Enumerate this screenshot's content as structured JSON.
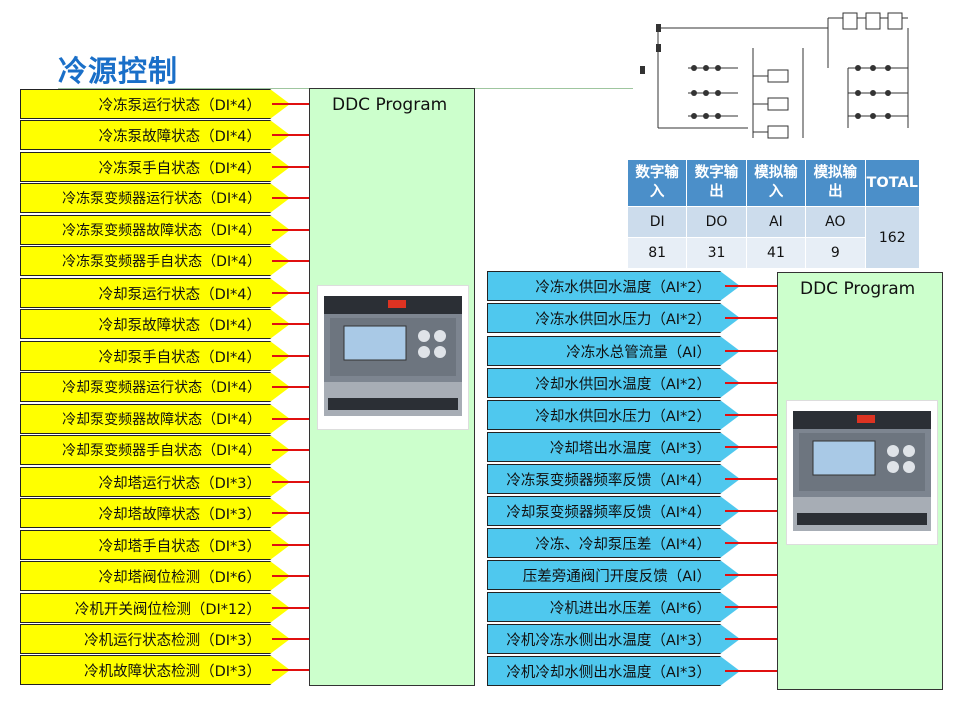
{
  "title": "冷源控制",
  "left_ddc": {
    "title": "DDC Program"
  },
  "right_ddc": {
    "title": "DDC Program"
  },
  "left_points": [
    "冷冻泵运行状态（DI*4）",
    "冷冻泵故障状态（DI*4）",
    "冷冻泵手自状态（DI*4）",
    "冷冻泵变频器运行状态（DI*4）",
    "冷冻泵变频器故障状态（DI*4）",
    "冷冻泵变频器手自状态（DI*4）",
    "冷却泵运行状态（DI*4）",
    "冷却泵故障状态（DI*4）",
    "冷却泵手自状态（DI*4）",
    "冷却泵变频器运行状态（DI*4）",
    "冷却泵变频器故障状态（DI*4）",
    "冷却泵变频器手自状态（DI*4）",
    "冷却塔运行状态（DI*3）",
    "冷却塔故障状态（DI*3）",
    "冷却塔手自状态（DI*3）",
    "冷却塔阀位检测（DI*6）",
    "冷机开关阀位检测（DI*12）",
    "冷机运行状态检测（DI*3）",
    "冷机故障状态检测（DI*3）"
  ],
  "right_points": [
    "冷冻水供回水温度（AI*2）",
    "冷冻水供回水压力（AI*2）",
    "冷冻水总管流量（AI）",
    "冷却水供回水温度（AI*2）",
    "冷却水供回水压力（AI*2）",
    "冷却塔出水温度（AI*3）",
    "冷冻泵变频器频率反馈（AI*4）",
    "冷却泵变频器频率反馈（AI*4）",
    "冷冻、冷却泵压差（AI*4）",
    "压差旁通阀门开度反馈（AI）",
    "冷机进出水压差（AI*6）",
    "冷机冷冻水侧出水温度（AI*3）",
    "冷机冷却水侧出水温度（AI*3）"
  ],
  "io_table": {
    "headers": [
      "数字输入",
      "数字输出",
      "模拟输入",
      "模拟输出",
      "TOTAL"
    ],
    "labels": [
      "DI",
      "DO",
      "AI",
      "AO"
    ],
    "values": [
      "81",
      "31",
      "41",
      "9"
    ],
    "total": "162"
  },
  "colors": {
    "left_arrow": "#ffff00",
    "right_arrow": "#4fc8ee",
    "ddc_box": "#ccffcc",
    "connector": "#e01010",
    "title": "#1a6fc8"
  }
}
